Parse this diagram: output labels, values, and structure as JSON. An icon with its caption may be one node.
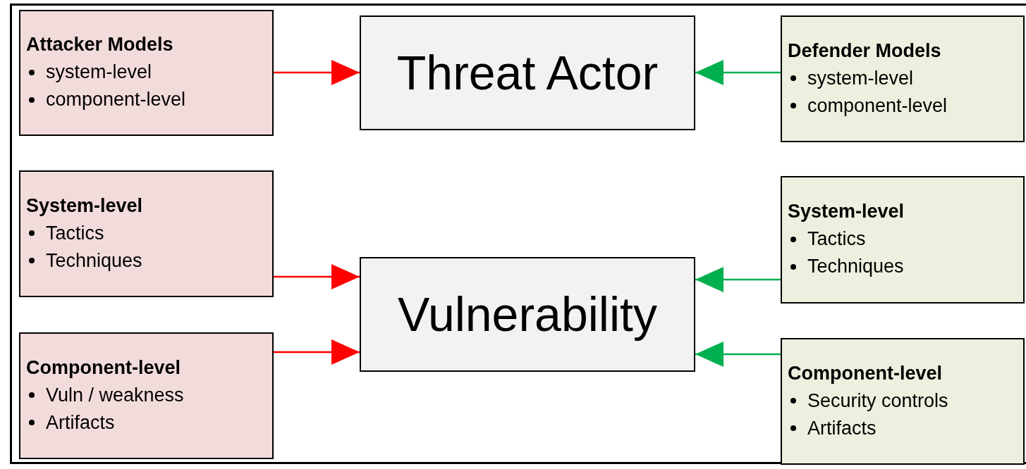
{
  "diagram": {
    "nodes": [
      {
        "text": [
          "Attacker Models",
          "system-level",
          "component-level"
        ]
      },
      {
        "text": [
          "Threat Actor"
        ]
      },
      {
        "text": [
          "Defender Models",
          "system-level",
          "component-level"
        ]
      },
      {
        "text": [
          "System-level",
          "Tactics",
          "Techniques"
        ]
      },
      {
        "text": [
          "Vulnerability"
        ]
      },
      {
        "text": [
          "System-level",
          "Tactics",
          "Techniques"
        ]
      },
      {
        "text": [
          "Component-level",
          "Vuln / weakness",
          "Artifacts"
        ]
      },
      {
        "text": [
          "Component-level",
          "Security controls",
          "Artifacts"
        ]
      }
    ],
    "edges": [
      {
        "from": 0,
        "to": 1,
        "arrow": "to",
        "color": "#ff0000"
      },
      {
        "from": 2,
        "to": 1,
        "arrow": "to",
        "color": "#00b050"
      },
      {
        "from": 3,
        "to": 4,
        "arrow": "to",
        "color": "#ff0000"
      },
      {
        "from": 5,
        "to": 4,
        "arrow": "to",
        "color": "#00b050"
      },
      {
        "from": 6,
        "to": 4,
        "arrow": "to",
        "color": "#ff0000"
      },
      {
        "from": 7,
        "to": 4,
        "arrow": "to",
        "color": "#00b050"
      }
    ]
  }
}
